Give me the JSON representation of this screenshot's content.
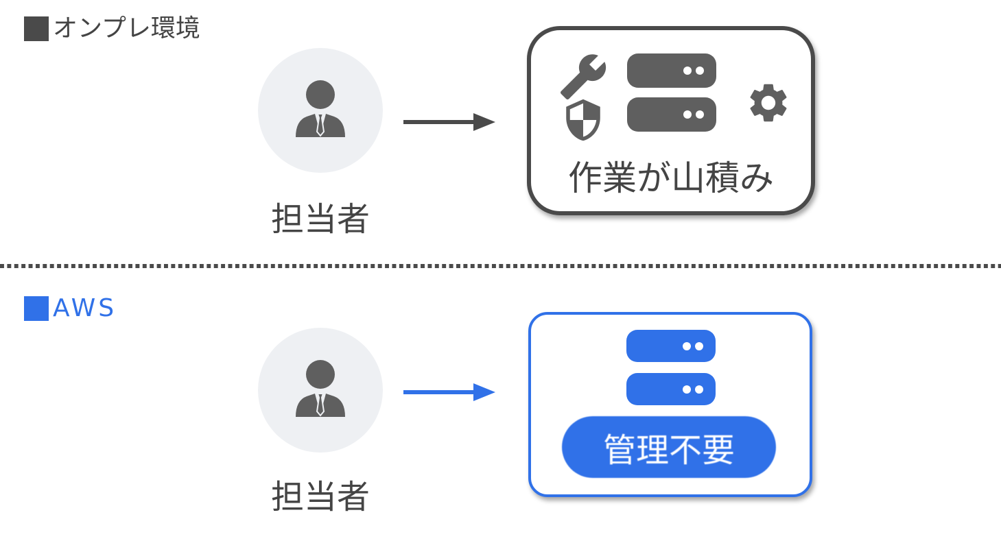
{
  "colors": {
    "onprem": "#4a4a4a",
    "aws": "#3071e8",
    "avatar_bg": "#eef0f3",
    "text_dark": "#444444"
  },
  "onprem": {
    "title": "オンプレ環境",
    "person_label": "担当者",
    "box_caption": "作業が山積み",
    "icons": [
      "wrench-icon",
      "shield-icon",
      "server-icon",
      "gear-icon"
    ]
  },
  "aws": {
    "title": "AWS",
    "person_label": "担当者",
    "box_badge": "管理不要",
    "icons": [
      "server-icon"
    ]
  }
}
